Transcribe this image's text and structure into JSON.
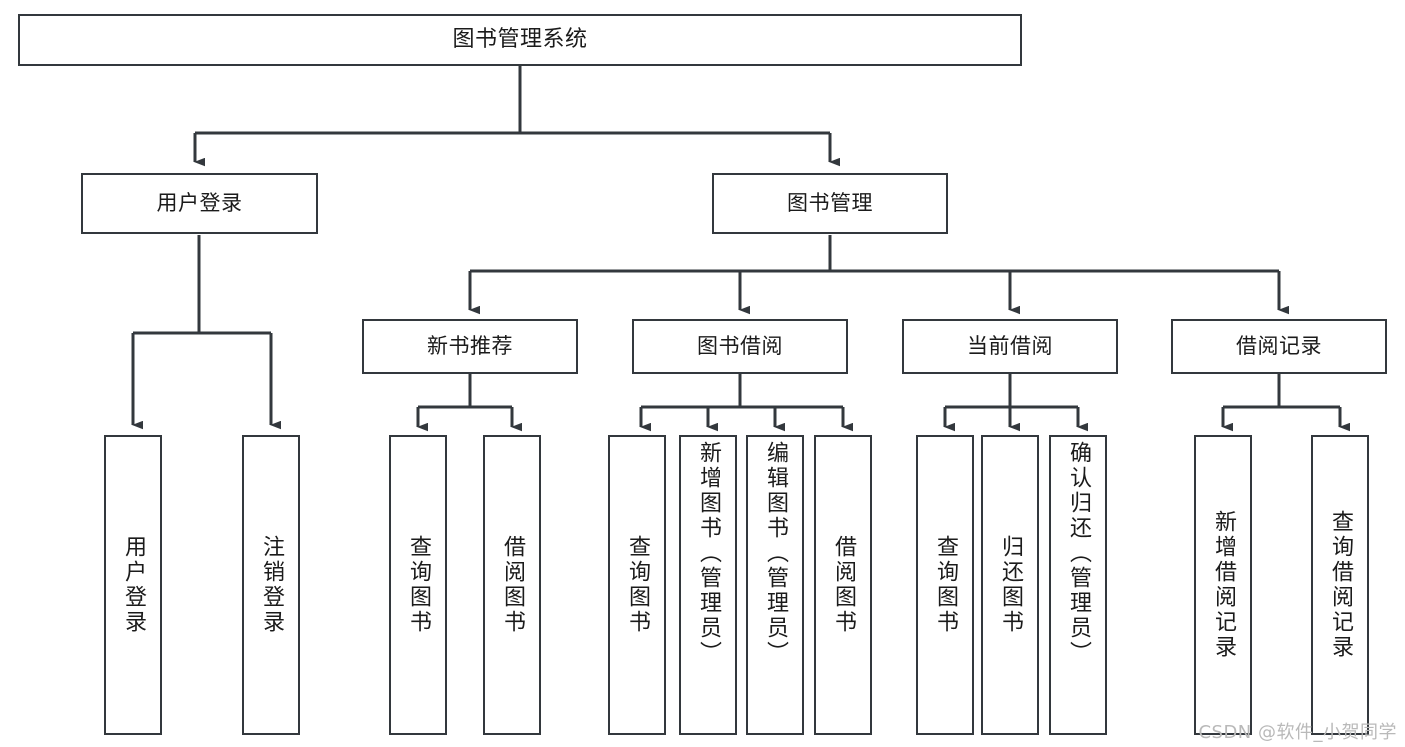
{
  "diagram": {
    "type": "tree",
    "title_node": {
      "label": "图书管理系统"
    },
    "level1": [
      {
        "id": "user-login",
        "label": "用户登录"
      },
      {
        "id": "book-management",
        "label": "图书管理"
      }
    ],
    "level2": [
      {
        "id": "new-book-recommend",
        "label": "新书推荐"
      },
      {
        "id": "book-borrow",
        "label": "图书借阅"
      },
      {
        "id": "current-borrow",
        "label": "当前借阅"
      },
      {
        "id": "borrow-record",
        "label": "借阅记录"
      }
    ],
    "leaves": {
      "user_login": [
        {
          "id": "leaf-user-login",
          "label": "用户登录"
        },
        {
          "id": "leaf-logout-login",
          "label": "注销登录"
        }
      ],
      "new_book_recommend": [
        {
          "id": "leaf-query-book-1",
          "label": "查询图书"
        },
        {
          "id": "leaf-borrow-book-1",
          "label": "借阅图书"
        }
      ],
      "book_borrow": [
        {
          "id": "leaf-query-book-2",
          "label": "查询图书"
        },
        {
          "id": "leaf-add-book",
          "label": "新增图书（管理员）"
        },
        {
          "id": "leaf-edit-book",
          "label": "编辑图书（管理员）"
        },
        {
          "id": "leaf-borrow-book-2",
          "label": "借阅图书"
        }
      ],
      "current_borrow": [
        {
          "id": "leaf-query-book-3",
          "label": "查询图书"
        },
        {
          "id": "leaf-return-book",
          "label": "归还图书"
        },
        {
          "id": "leaf-confirm-return",
          "label": "确认归还（管理员）"
        }
      ],
      "borrow_record": [
        {
          "id": "leaf-add-record",
          "label": "新增借阅记录"
        },
        {
          "id": "leaf-query-record",
          "label": "查询借阅记录"
        }
      ]
    },
    "colors": {
      "stroke": "#33383d",
      "background": "#ffffff",
      "text": "#1b1b1b",
      "watermark": "#b9b9b9"
    }
  },
  "watermark": {
    "text": "CSDN @软件_小贺同学"
  }
}
